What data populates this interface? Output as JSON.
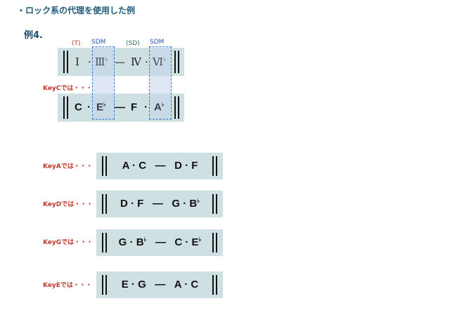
{
  "heading": "・ロック系の代理を使用した例",
  "example_label": "例4.",
  "function_labels": {
    "t": "(T)",
    "sdm1": "SDM",
    "sd": "(SD)",
    "sdm2": "SDM"
  },
  "roman_row": {
    "c1": "Ⅰ",
    "dot1": "·",
    "c2": "Ⅲ",
    "c2_flat": "♭",
    "dash": "—",
    "c3": "Ⅳ",
    "dot2": "·",
    "c4": "Ⅵ",
    "c4_flat": "♭"
  },
  "keyc_label": "KeyCでは・・・",
  "keyc_row": {
    "c1": "C",
    "dot1": "·",
    "c2": "E",
    "c2_flat": "♭",
    "dash": "—",
    "c3": "F",
    "dot2": "·",
    "c4": "A",
    "c4_flat": "♭"
  },
  "examples": [
    {
      "key_label": "KeyAでは・・・",
      "c1": "A",
      "dot1": "·",
      "c2": "C",
      "c2_acc": "",
      "dash": "—",
      "c3": "D",
      "dot2": "·",
      "c4": "F",
      "c4_acc": ""
    },
    {
      "key_label": "KeyDでは・・・",
      "c1": "D",
      "dot1": "·",
      "c2": "F",
      "c2_acc": "",
      "dash": "—",
      "c3": "G",
      "dot2": "·",
      "c4": "B",
      "c4_acc": "♭"
    },
    {
      "key_label": "KeyGでは・・・",
      "c1": "G",
      "dot1": "·",
      "c2": "B",
      "c2_acc": "♭",
      "dash": "—",
      "c3": "C",
      "dot2": "·",
      "c4": "E",
      "c4_acc": "♭"
    },
    {
      "key_label": "KeyEでは・・・",
      "c1": "E",
      "dot1": "·",
      "c2": "G",
      "c2_acc": "",
      "dash": "—",
      "c3": "A",
      "dot2": "·",
      "c4": "C",
      "c4_acc": ""
    }
  ]
}
